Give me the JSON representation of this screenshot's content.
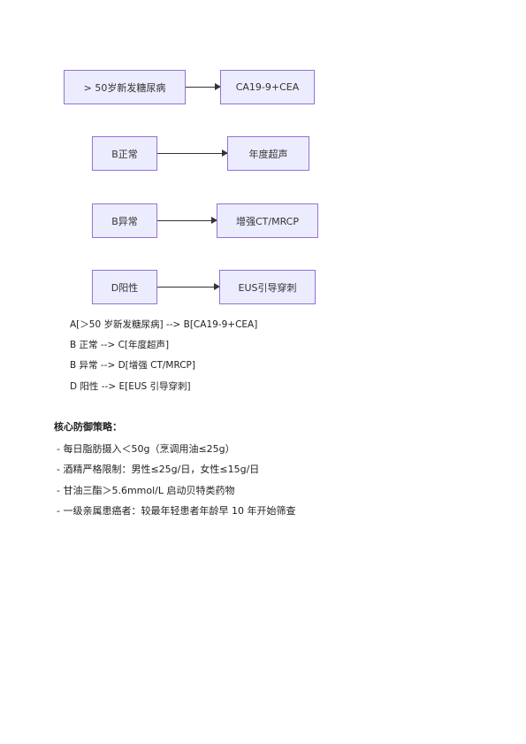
{
  "flowchart": {
    "rows": [
      {
        "from": "> 50岁新发糖尿病",
        "to": "CA19-9+CEA"
      },
      {
        "from": "B正常",
        "to": "年度超声"
      },
      {
        "from": "B异常",
        "to": "增强CT/MRCP"
      },
      {
        "from": "D阳性",
        "to": "EUS引导穿刺"
      }
    ]
  },
  "code_lines": [
    "A[＞50 岁新发糖尿病] --> B[CA19-9+CEA]",
    "B 正常  --> C[年度超声]",
    "B 异常  --> D[增强 CT/MRCP]",
    "D 阳性  --> E[EUS 引导穿刺]"
  ],
  "strategy": {
    "heading": "核心防御策略：",
    "items": [
      "-  每日脂肪摄入＜50g（烹调用油≤25g）",
      "-  酒精严格限制：男性≤25g/日，女性≤15g/日",
      "-  甘油三酯＞5.6mmol/L 启动贝特类药物",
      "-  一级亲属患癌者：较最年轻患者年龄早 10 年开始筛查"
    ]
  }
}
